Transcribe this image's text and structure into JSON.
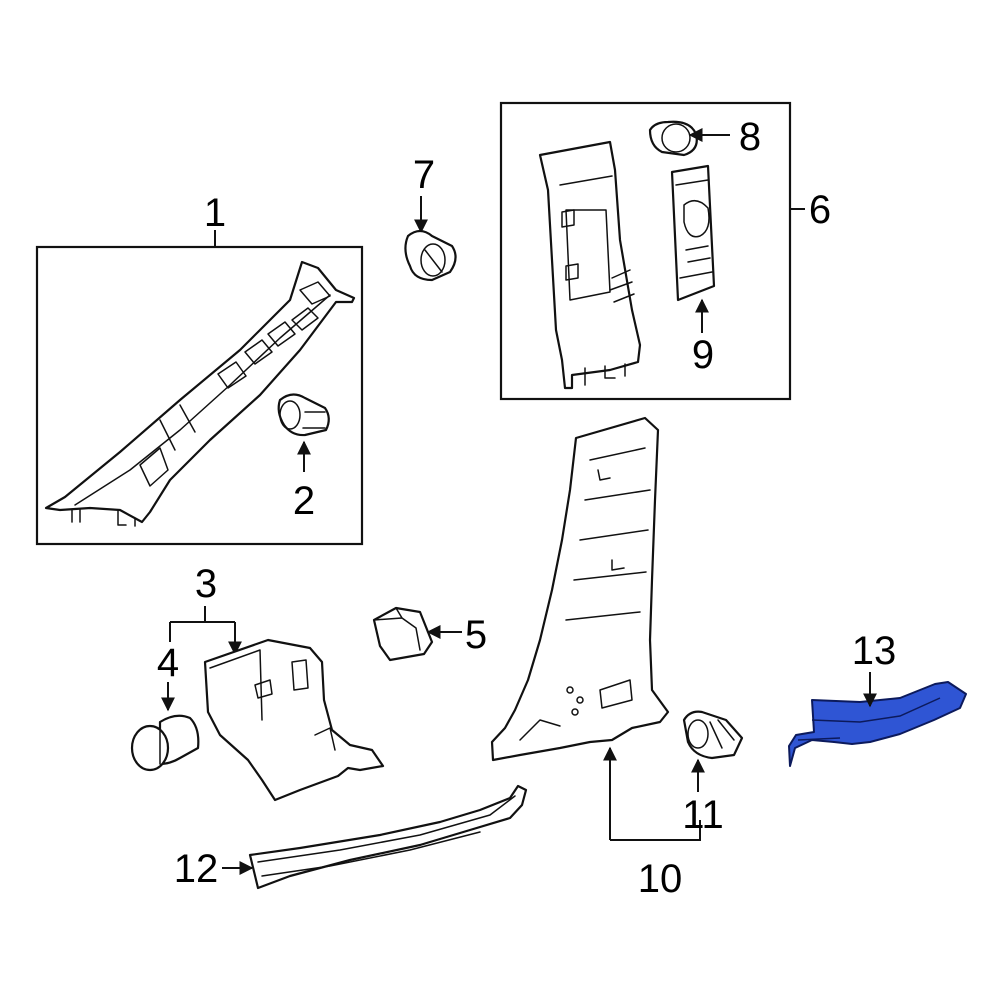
{
  "diagram": {
    "highlight_color": "#2f55d4",
    "callouts": {
      "c1": "1",
      "c2": "2",
      "c3": "3",
      "c4": "4",
      "c5": "5",
      "c6": "6",
      "c7": "7",
      "c8": "8",
      "c9": "9",
      "c10": "10",
      "c11": "11",
      "c12": "12",
      "c13": "13"
    }
  }
}
